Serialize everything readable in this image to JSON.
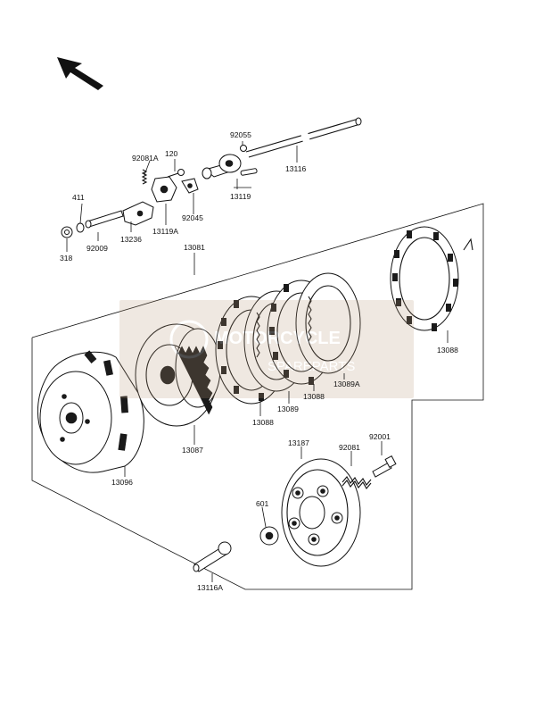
{
  "labels": {
    "p92055": "92055",
    "p92081a": "92081A",
    "p120": "120",
    "p13116_top": "13116",
    "p411": "411",
    "p13119": "13119",
    "p92045": "92045",
    "p92009": "92009",
    "p13236": "13236",
    "p13119a": "13119A",
    "p318": "318",
    "p13081": "13081",
    "p13088_right": "13088",
    "p13089a": "13089A",
    "p13088_mid": "13088",
    "p13089": "13089",
    "p13088_left": "13088",
    "p13087": "13087",
    "p13096": "13096",
    "p13187": "13187",
    "p92081": "92081",
    "p92001": "92001",
    "p601": "601",
    "p13116a": "13116A"
  },
  "watermark": {
    "line1": "MOTORCYCLE",
    "line2": "SPAREPARTS"
  }
}
